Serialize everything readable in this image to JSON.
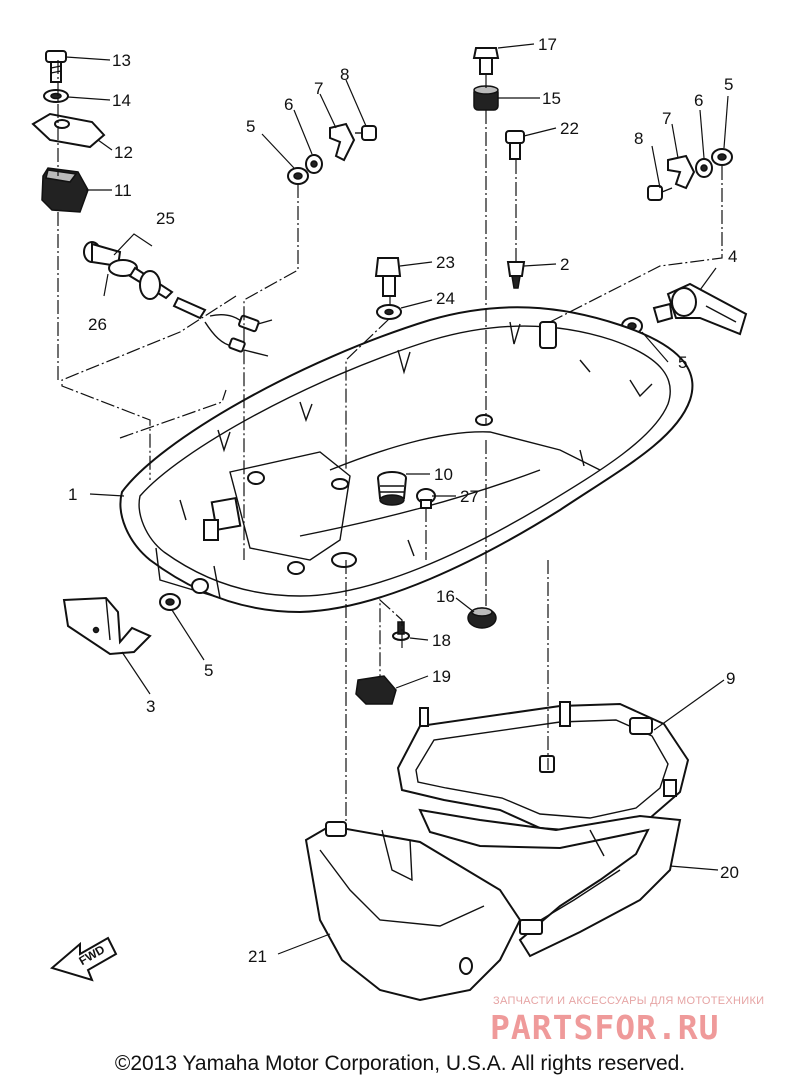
{
  "diagram": {
    "callouts": [
      "1",
      "2",
      "3",
      "4",
      "5",
      "6",
      "7",
      "8",
      "9",
      "10",
      "11",
      "12",
      "13",
      "14",
      "15",
      "16",
      "17",
      "18",
      "19",
      "20",
      "21",
      "22",
      "23",
      "24",
      "25",
      "26",
      "27"
    ],
    "direction_marker": "FWD"
  },
  "footer": {
    "copyright": "©2013 Yamaha Motor Corporation, U.S.A. All rights reserved."
  },
  "watermark": {
    "subtitle": "ЗАПЧАСТИ И АКСЕССУАРЫ ДЛЯ МОТОТЕХНИКИ",
    "logo": "PARTSFOR.RU"
  }
}
